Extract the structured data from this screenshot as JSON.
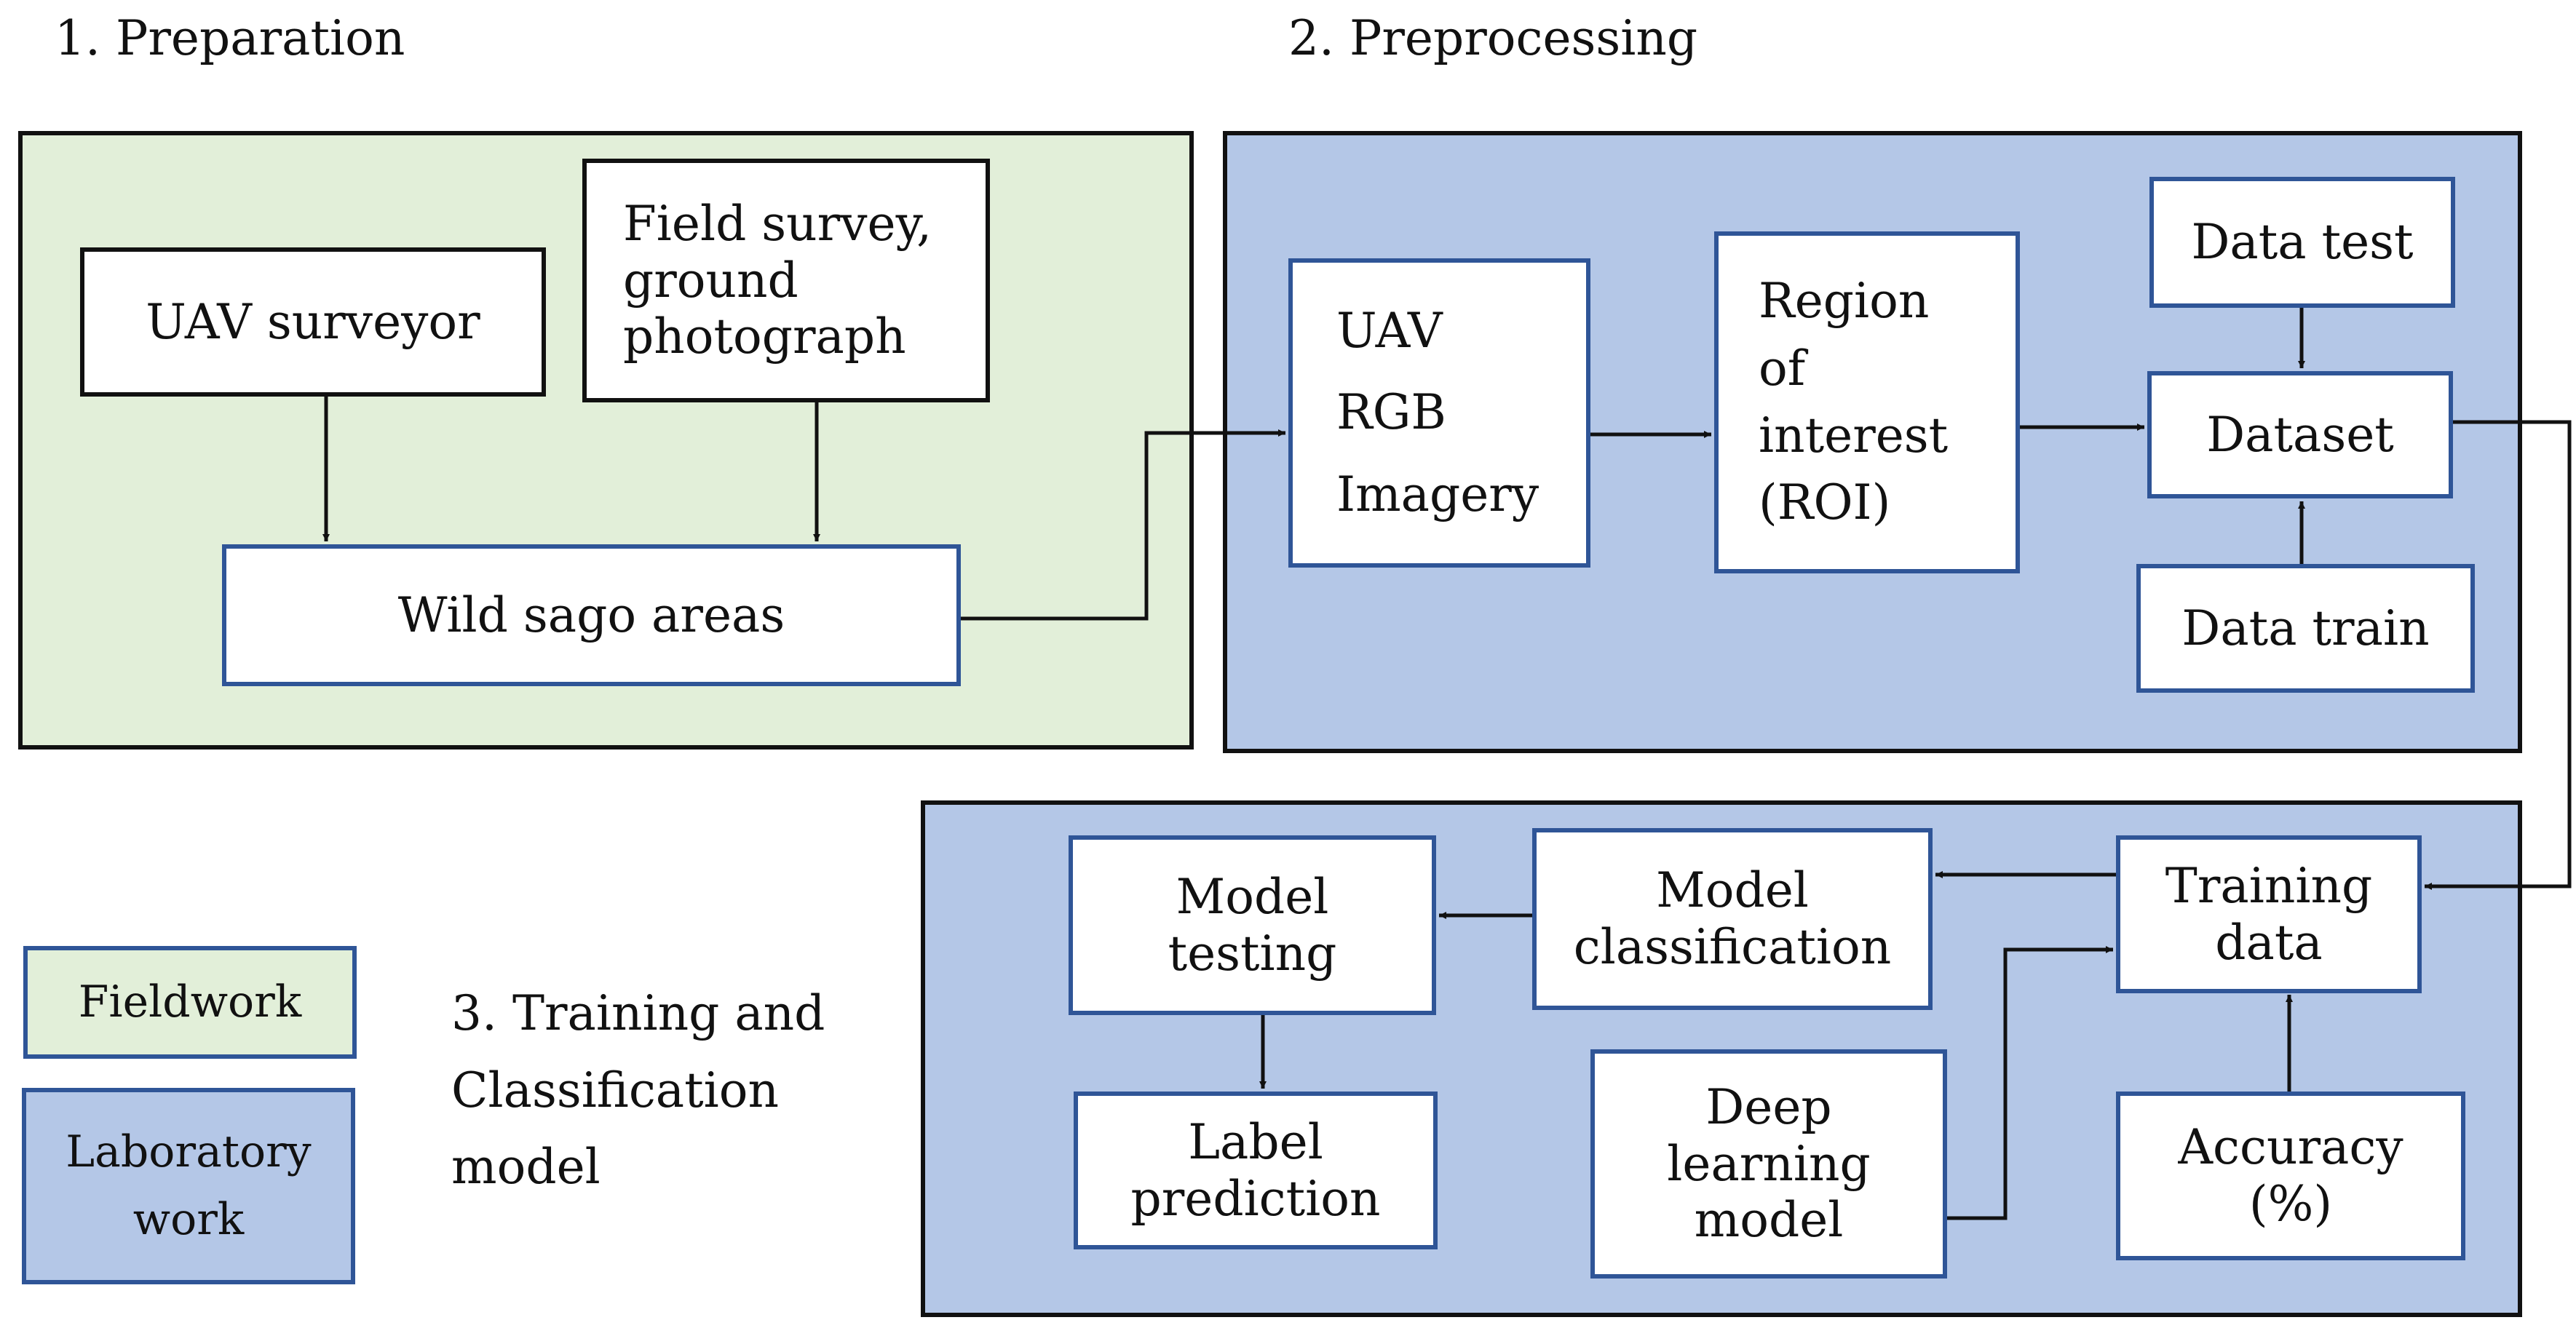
{
  "sections": {
    "preparation": "1. Preparation",
    "preprocessing": "2. Preprocessing",
    "training": "3. Training and\nClassification\nmodel"
  },
  "colors": {
    "fieldwork": "#e2efd9",
    "laboratory": "#b4c7e7",
    "box_border": "#2f5597",
    "line": "#111111"
  },
  "boxes": {
    "uav_surveyor": "UAV surveyor",
    "field_survey": "Field survey,\nground\nphotograph",
    "wild_sago": "Wild sago areas",
    "uav_rgb": "UAV\nRGB\nImagery",
    "roi": "Region\nof\ninterest\n(ROI)",
    "data_test": "Data test",
    "dataset": "Dataset",
    "data_train": "Data train",
    "training_data": "Training\ndata",
    "model_classification": "Model\nclassification",
    "model_testing": "Model\ntesting",
    "label_prediction": "Label\nprediction",
    "deep_learning": "Deep\nlearning\nmodel",
    "accuracy": "Accuracy\n(%)"
  },
  "legend": {
    "fieldwork": "Fieldwork",
    "laboratory": "Laboratory\nwork"
  }
}
